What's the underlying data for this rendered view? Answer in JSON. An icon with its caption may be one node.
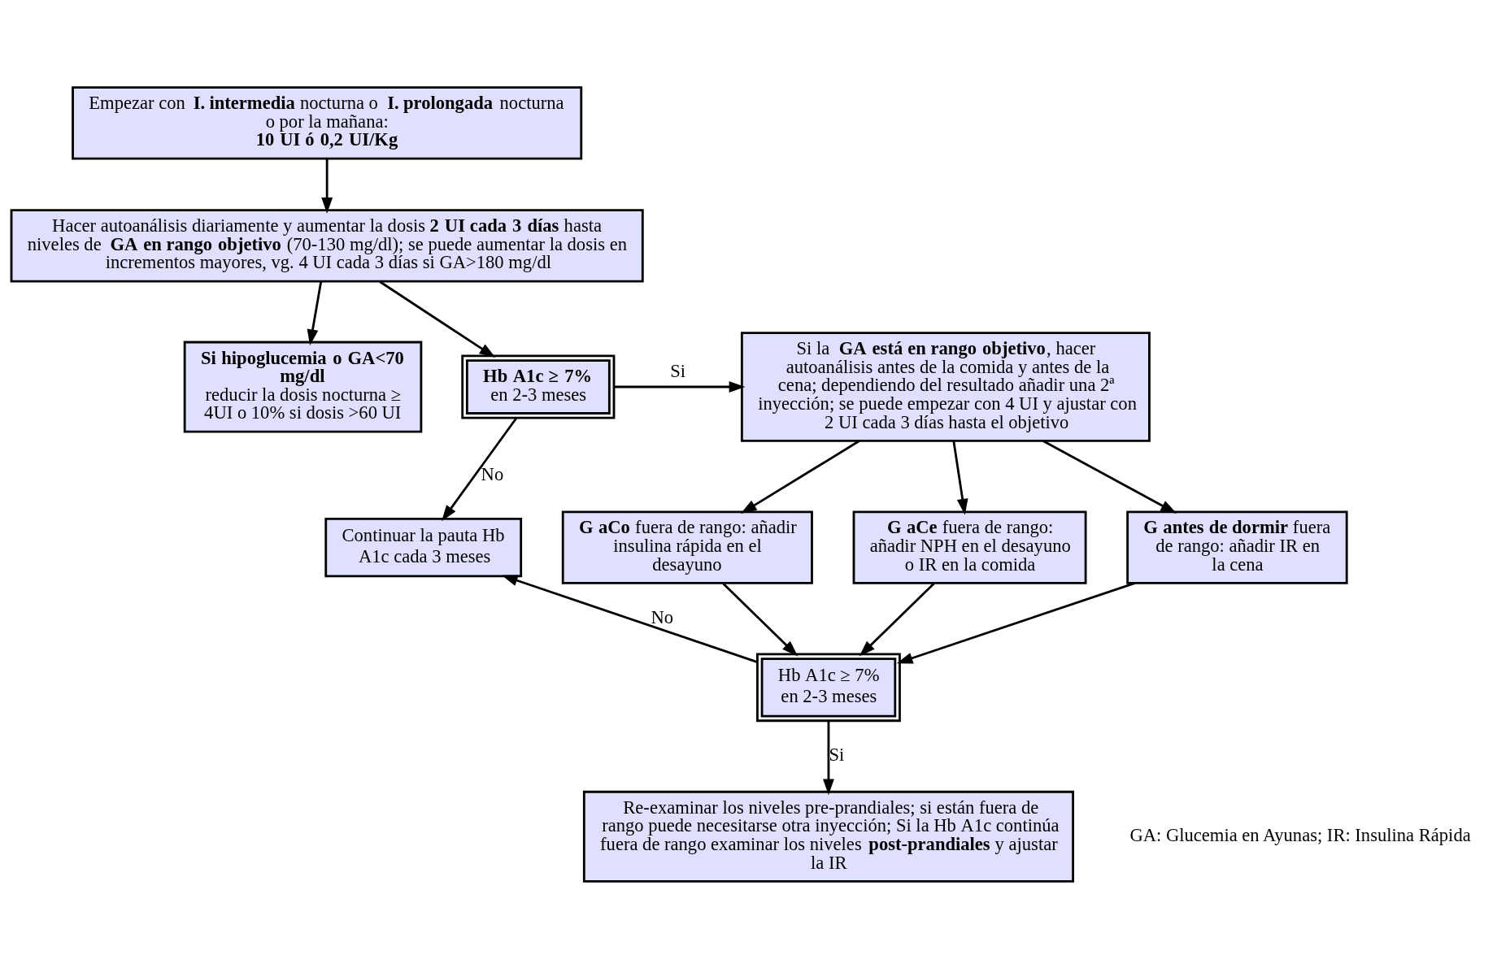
{
  "diagram": {
    "nodes": [
      {
        "text": [
          "Empezar con **I. intermedia** nocturna o **I. prolongada** nocturna o por la mañana:",
          "**10 UI ó 0,2 UI/Kg**"
        ]
      },
      {
        "text": [
          "Hacer autoanálisis diariamente y aumentar la dosis **2 UI cada 3 días** hasta niveles de **GA en rango objetivo** (70-130 mg/dl); se puede aumentar la dosis en incrementos mayores, vg. 4 UI cada 3 días  si GA>180 mg/dl"
        ]
      },
      {
        "text": [
          "**Si hipoglucemia o GA<70 mg/dl**",
          "reducir la dosis nocturna ≥ 4UI o 10% si dosis >60 UI"
        ]
      },
      {
        "text": [
          "**Hb A1c ≥ 7%**",
          "en 2-3 meses"
        ]
      },
      {
        "text": [
          "Si la **GA está en rango objetivo**, hacer autoanálisis antes de la comida y antes de la cena; dependiendo del resultado añadir una 2ª inyección; se puede empezar con 4 UI y ajustar con 2 UI cada 3 días hasta el objetivo"
        ]
      },
      {
        "text": [
          "Continuar la pauta Hb A1c cada 3 meses"
        ]
      },
      {
        "text": [
          "**G aCo** fuera de rango: añadir insulina rápida en el desayuno"
        ]
      },
      {
        "text": [
          "**G aCe** fuera de rango: añadir NPH en el desayuno o IR en la comida"
        ]
      },
      {
        "text": [
          "**G antes de dormir** fuera de rango: añadir IR en la cena"
        ]
      },
      {
        "text": [
          "Hb A1c ≥ 7%",
          "en 2-3 meses"
        ]
      },
      {
        "text": [
          "Re-examinar los niveles pre-prandiales; si están fuera de rango puede necesitarse otra inyección; Si la Hb A1c continúa fuera de rango examinar los niveles **post-prandiales** y ajustar la IR"
        ]
      }
    ],
    "edges": [
      {
        "from": 0,
        "to": 1,
        "arrow": "to"
      },
      {
        "from": 1,
        "to": 2,
        "arrow": "to"
      },
      {
        "from": 1,
        "to": 3,
        "arrow": "to"
      },
      {
        "from": 3,
        "to": 4,
        "arrow": "to",
        "label": "Si"
      },
      {
        "from": 3,
        "to": 5,
        "arrow": "to",
        "label": "No"
      },
      {
        "from": 4,
        "to": 6,
        "arrow": "to"
      },
      {
        "from": 4,
        "to": 7,
        "arrow": "to"
      },
      {
        "from": 4,
        "to": 8,
        "arrow": "to"
      },
      {
        "from": 6,
        "to": 9,
        "arrow": "to"
      },
      {
        "from": 7,
        "to": 9,
        "arrow": "to"
      },
      {
        "from": 8,
        "to": 9,
        "arrow": "to"
      },
      {
        "from": 9,
        "to": 5,
        "arrow": "to",
        "label": "No"
      },
      {
        "from": 9,
        "to": 10,
        "arrow": "to",
        "label": "Si"
      }
    ],
    "labels": [
      "GA: Glucemia en Ayunas; IR: Insulina Rápida"
    ]
  }
}
